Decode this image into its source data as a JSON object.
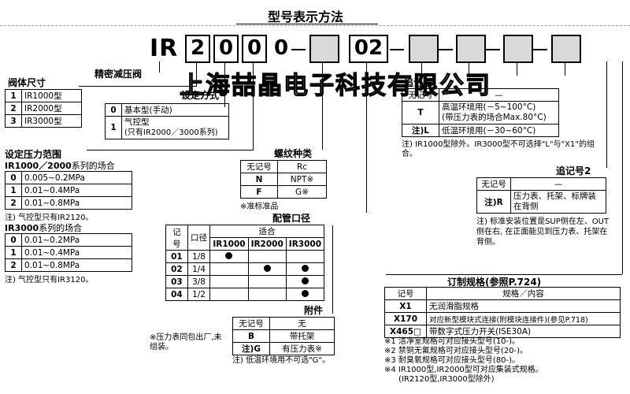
{
  "title": "型号表示方法",
  "model": {
    "prefix": "IR",
    "digits": [
      "2",
      "0",
      "0"
    ],
    "zero": "0",
    "port": "02"
  },
  "labels": {
    "reducer": "精密减压阀",
    "body_size": "阀体尺寸",
    "setting": "设定方式",
    "pressure_range": "设定压力范围",
    "ir1000_2000": "IR1000／2000",
    "ir1000_2000_suffix": "系列的场合",
    "ir3000": "IR3000",
    "ir3000_suffix": "系列的场合",
    "thread": "螺纹种类",
    "port_size": "配管口径",
    "accessory": "附件",
    "option1": "追记号",
    "option2": "追记号2",
    "custom": "订制规格(参照P.724)"
  },
  "body_size_rows": [
    {
      "code": "1",
      "name": "IR1000型"
    },
    {
      "code": "2",
      "name": "IR2000型"
    },
    {
      "code": "3",
      "name": "IR3000型"
    }
  ],
  "setting_rows": [
    {
      "code": "0",
      "name": "基本型(手动)"
    },
    {
      "code": "1",
      "name": "气控型",
      "sub": "(只有IR2000／3000系列)"
    }
  ],
  "pressure_1000_rows": [
    {
      "code": "0",
      "range": "0.005~0.2MPa"
    },
    {
      "code": "1",
      "range": "0.01~0.4MPa"
    },
    {
      "code": "2",
      "range": "0.01~0.8MPa"
    }
  ],
  "pressure_1000_note": "注) 气控型只有IR2120。",
  "pressure_3000_rows": [
    {
      "code": "0",
      "range": "0.01~0.2MPa"
    },
    {
      "code": "1",
      "range": "0.01~0.4MPa"
    },
    {
      "code": "2",
      "range": "0.01~0.8MPa"
    }
  ],
  "pressure_3000_note": "注) 气控型只有IR3120。",
  "thread_rows": [
    {
      "code": "无记号",
      "name": "Rc"
    },
    {
      "code": "N",
      "name": "NPT※"
    },
    {
      "code": "F",
      "name": "G※"
    }
  ],
  "thread_note": "※准标准品",
  "port_table": {
    "headers": [
      "记号",
      "口径",
      "适合",
      "IR1000",
      "IR2000",
      "IR3000"
    ],
    "rows": [
      {
        "code": "01",
        "size": "1/8",
        "fit": [
          true,
          false,
          false
        ]
      },
      {
        "code": "02",
        "size": "1/4",
        "fit": [
          false,
          true,
          true
        ]
      },
      {
        "code": "03",
        "size": "3/8",
        "fit": [
          false,
          false,
          true
        ]
      },
      {
        "code": "04",
        "size": "1/2",
        "fit": [
          false,
          false,
          true
        ]
      }
    ]
  },
  "accessory_rows": [
    {
      "code": "无记号",
      "name": "无"
    },
    {
      "code": "B",
      "name": "带托架"
    },
    {
      "code": "注)G",
      "name": "有压力表※"
    }
  ],
  "accessory_side_note": "※压力表同包出厂,未组装。",
  "accessory_note": "注) 低温环境用不可选\"G\"。",
  "option1_rows": [
    {
      "code": "无记号",
      "name": "—"
    },
    {
      "code": "T",
      "name": "高温环境用(－5~100°C)",
      "sub": "(带压力表的场合Max.80°C)"
    },
    {
      "code": "注)L",
      "name": "低温环境用(－30~60°C)"
    }
  ],
  "option1_note": "注) IR1000型除外。IR3000型不可选择\"L\"与\"X1\"的组合。",
  "option2_rows": [
    {
      "code": "无记号",
      "name": "—"
    },
    {
      "code": "注)R",
      "name": "压力表、托架、标牌装在背侧"
    }
  ],
  "option2_note": "注) 标准安装位置是SUP侧在左、OUT侧在右, 在正面能见到压力表、托架在背侧。",
  "custom_headers": [
    "记号",
    "规格／内容"
  ],
  "custom_rows": [
    {
      "code": "X1",
      "name": "无润滑脂规格"
    },
    {
      "code": "X170",
      "name": "对应新型模块式连接(附模块连接件)(参见P.718)"
    },
    {
      "code": "X465□",
      "name": "带数字式压力开关(ISE30A)"
    }
  ],
  "custom_notes": [
    "※1 洁净室规格可对应接头型号(10-)。",
    "※2 禁铜无氟规格可对应接头型号(20-)。",
    "※3 耐臭氧规格可对应接头型号(80-)。",
    "※4 IR1000型,IR2000型可对应集装式规格。",
    "(IR2120型,IR3000型除外)"
  ],
  "watermark": "上海喆晶电子科技有限公司",
  "colors": {
    "shade": "#d9d9d9",
    "header_fill": "#e8e8e8"
  }
}
